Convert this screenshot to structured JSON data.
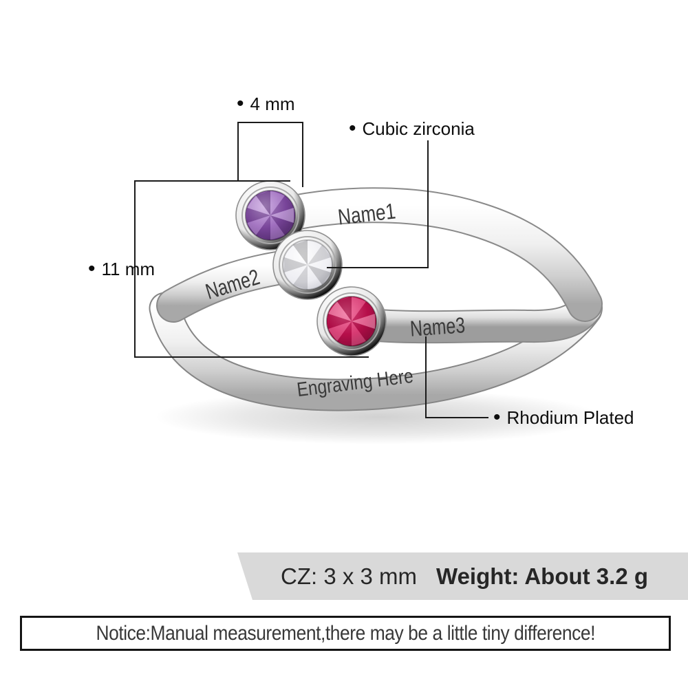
{
  "annotations": {
    "bullet": "•",
    "width_label": "4 mm",
    "stone_label": "Cubic zirconia",
    "height_label": "11 mm",
    "plating_label": "Rhodium Plated"
  },
  "ring": {
    "engraving_name1": "Name1",
    "engraving_name2": "Name2",
    "engraving_name3": "Name3",
    "engraving_inner": "Engraving Here",
    "gems": [
      {
        "name": "amethyst-purple",
        "color": "#8a4fb0"
      },
      {
        "name": "cubic-zirconia-white",
        "color": "#e9e9ef"
      },
      {
        "name": "ruby-red",
        "color": "#cf1054"
      }
    ],
    "metal": {
      "name": "rhodium-silver",
      "color": "#d6d6d6"
    }
  },
  "spec_banner": {
    "cz_text": "CZ: 3 x 3 mm",
    "weight_text": "Weight: About 3.2 g",
    "background": "#d9d9d9"
  },
  "notice": {
    "text": "Notice:Manual measurement,there may be a little tiny difference!"
  }
}
